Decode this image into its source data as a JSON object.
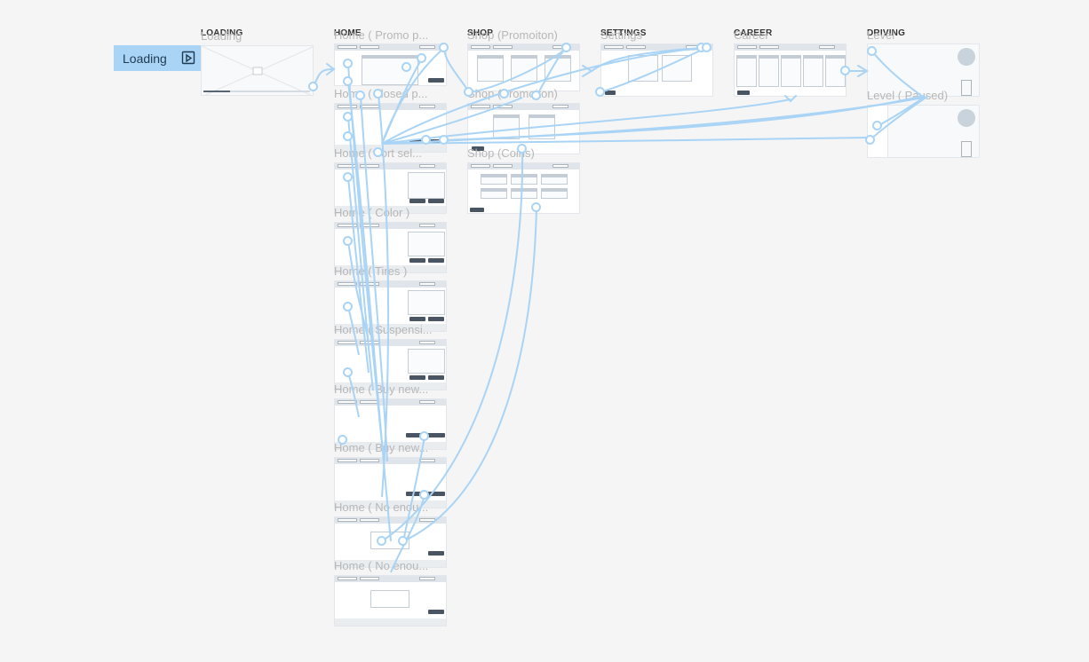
{
  "sections": {
    "loading": "LOADING",
    "home": "HOME",
    "shop": "SHOP",
    "settings": "SETTINGS",
    "career": "CAREER",
    "driving": "DRIVING"
  },
  "frames": {
    "loading": "Loading",
    "home_promo": "Home ( Promo p...",
    "home_closed": "Home ( closed p...",
    "home_sort": "Home ( sort sel...",
    "home_color": "Home ( Color )",
    "home_tires": "Home ( Tires )",
    "home_suspension": "Home ( Suspensi...",
    "home_buy_new_1": "Home ( Buy new...",
    "home_buy_new_2": "Home ( Buy new...",
    "home_not_enough_1": "Home ( No enou...",
    "home_not_enough_2": "Home ( No enou...",
    "shop_promotion_1": "Shop  (Promoiton)",
    "shop_promotion_2": "Shop  (Promoiton)",
    "shop_coins": "Shop  (Coins)",
    "settings": "Settings",
    "career": "Career",
    "level": "Level",
    "level_paused": "Level ( Paused)"
  },
  "prototype_start": {
    "label": "Loading",
    "icon": "play-icon"
  },
  "colors": {
    "canvas": "#f5f5f5",
    "connector": "#a9d4f5",
    "start_chip": "#a9d4f5"
  }
}
